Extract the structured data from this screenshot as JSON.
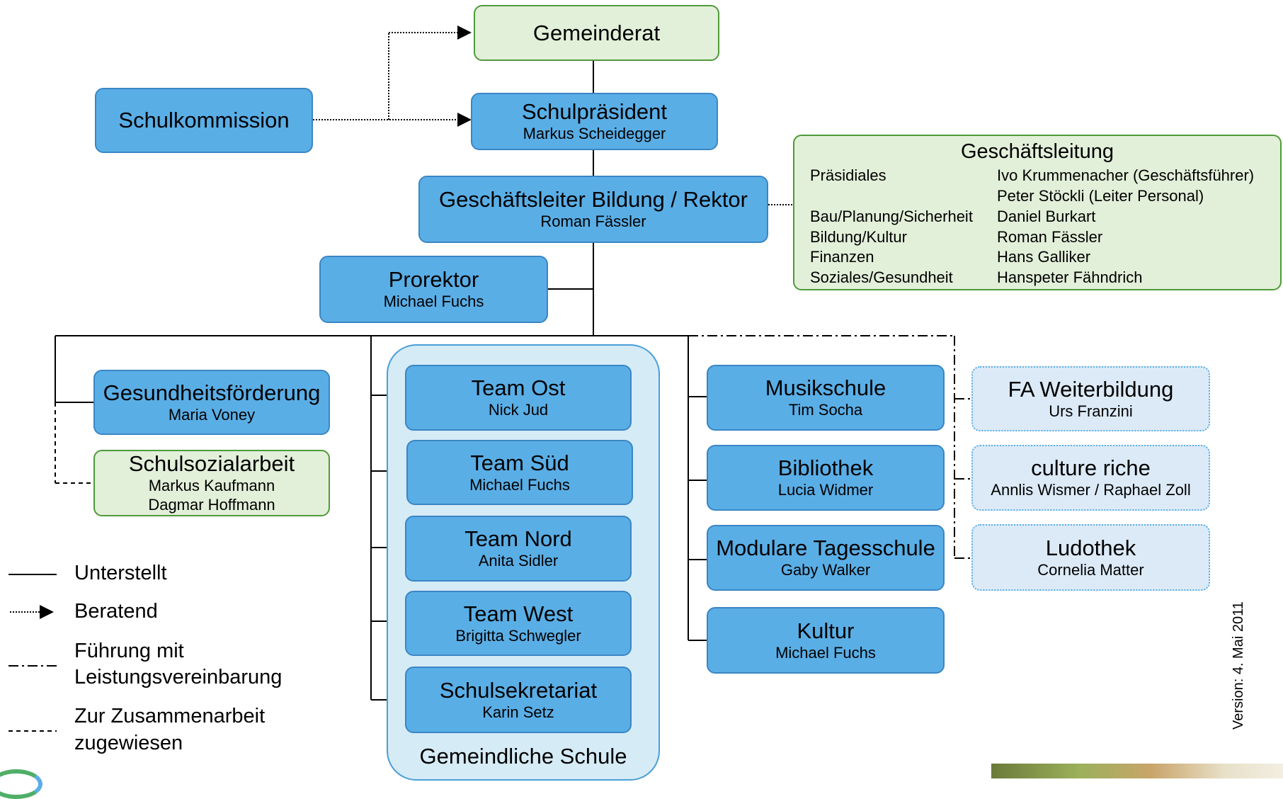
{
  "boxes": {
    "gemeinderat": {
      "title": "Gemeinderat"
    },
    "schulkommission": {
      "title": "Schulkommission"
    },
    "schulpraesident": {
      "title": "Schulpräsident",
      "name": "Markus Scheidegger"
    },
    "rektor": {
      "title": "Geschäftsleiter Bildung / Rektor",
      "name": "Roman Fässler"
    },
    "prorektor": {
      "title": "Prorektor",
      "name": "Michael Fuchs"
    },
    "gesundheit": {
      "title": "Gesundheitsförderung",
      "name": "Maria Voney"
    },
    "sozialarbeit": {
      "title": "Schulsozialarbeit",
      "name1": "Markus Kaufmann",
      "name2": "Dagmar Hoffmann"
    },
    "team_ost": {
      "title": "Team Ost",
      "name": "Nick Jud"
    },
    "team_sued": {
      "title": "Team Süd",
      "name": "Michael Fuchs"
    },
    "team_nord": {
      "title": "Team Nord",
      "name": "Anita Sidler"
    },
    "team_west": {
      "title": "Team West",
      "name": "Brigitta Schwegler"
    },
    "sekretariat": {
      "title": "Schulsekretariat",
      "name": "Karin Setz"
    },
    "schule_label": "Gemeindliche Schule",
    "musikschule": {
      "title": "Musikschule",
      "name": "Tim Socha"
    },
    "bibliothek": {
      "title": "Bibliothek",
      "name": "Lucia Widmer"
    },
    "tagesschule": {
      "title": "Modulare Tagesschule",
      "name": "Gaby Walker"
    },
    "kultur": {
      "title": "Kultur",
      "name": "Michael Fuchs"
    },
    "weiterbildung": {
      "title": "FA Weiterbildung",
      "name": "Urs Franzini"
    },
    "culture": {
      "title": "culture riche",
      "name": "Annlis Wismer / Raphael Zoll"
    },
    "ludothek": {
      "title": "Ludothek",
      "name": "Cornelia Matter"
    }
  },
  "geschaeftsleitung": {
    "title": "Geschäftsleitung",
    "rows": [
      {
        "area": "Präsidiales",
        "person": "Ivo Krummenacher (Geschäftsführer)"
      },
      {
        "area": "",
        "person": "Peter Stöckli (Leiter Personal)"
      },
      {
        "area": "Bau/Planung/Sicherheit",
        "person": "Daniel Burkart"
      },
      {
        "area": "Bildung/Kultur",
        "person": "Roman Fässler"
      },
      {
        "area": "Finanzen",
        "person": "Hans Galliker"
      },
      {
        "area": "Soziales/Gesundheit",
        "person": "Hanspeter Fähndrich"
      }
    ]
  },
  "legend": {
    "unterstellt": "Unterstellt",
    "beratend": "Beratend",
    "fuehrung_line1": "Führung mit",
    "fuehrung_line2": "Leistungsvereinbarung",
    "zusammenarbeit_line1": "Zur Zusammenarbeit",
    "zusammenarbeit_line2": "zugewiesen"
  },
  "version": "Version:  4. Mai 2011",
  "colors": {
    "box_blue": "#5aaee6",
    "box_green": "#e2efd9",
    "box_light": "#dceaf7",
    "schule_bg": "#d5ebf6"
  }
}
